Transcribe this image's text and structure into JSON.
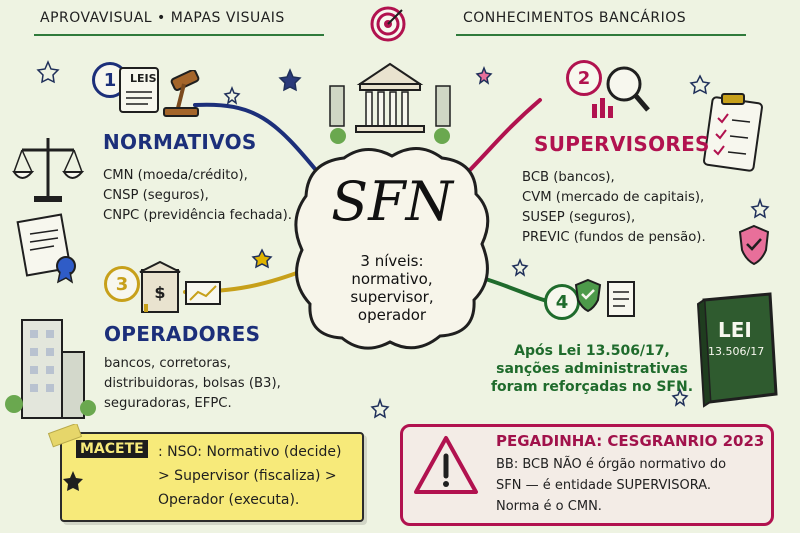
{
  "header": {
    "left": "APROVAVISUAL • MAPAS VISUAIS",
    "right": "CONHECIMENTOS BANCÁRIOS"
  },
  "center": {
    "title": "SFN",
    "subtitle_lines": [
      "3 níveis:",
      "normativo,",
      "supervisor,",
      "operador"
    ]
  },
  "sections": [
    {
      "number": "1",
      "title": "NORMATIVOS",
      "lines": [
        "CMN (moeda/crédito),",
        "CNSP (seguros),",
        "CNPC (previdência fechada)."
      ],
      "color": "#1c2f7a"
    },
    {
      "number": "2",
      "title": "SUPERVISORES",
      "lines": [
        "BCB (bancos),",
        "CVM (mercado de capitais),",
        "SUSEP (seguros),",
        "PREVIC (fundos de pensão)."
      ],
      "color": "#b1124f"
    },
    {
      "number": "3",
      "title": "OPERADORES",
      "lines": [
        "bancos, corretoras,",
        "distribuidoras, bolsas (B3),",
        "seguradoras, EFPC."
      ],
      "color": "#1c2f7a"
    },
    {
      "number": "4",
      "note_lines": [
        "Após Lei 13.506/17,",
        "sanções administrativas",
        "foram reforçadas no SFN."
      ],
      "color": "#1f6b2c"
    }
  ],
  "icons": {
    "book_top_left_text": "LEIS",
    "green_book_title": "LEI",
    "green_book_subtitle": "13.506/17"
  },
  "macete": {
    "label": "MACETE",
    "lines": [
      ":  NSO: Normativo (decide)",
      "> Supervisor (fiscaliza) >",
      "Operador (executa)."
    ]
  },
  "pegadinha": {
    "title": "PEGADINHA: CESGRANRIO 2023",
    "lines": [
      "BB: BCB NÃO é órgão normativo do",
      "SFN — é entidade SUPERVISORA.",
      "Norma é o CMN."
    ]
  }
}
